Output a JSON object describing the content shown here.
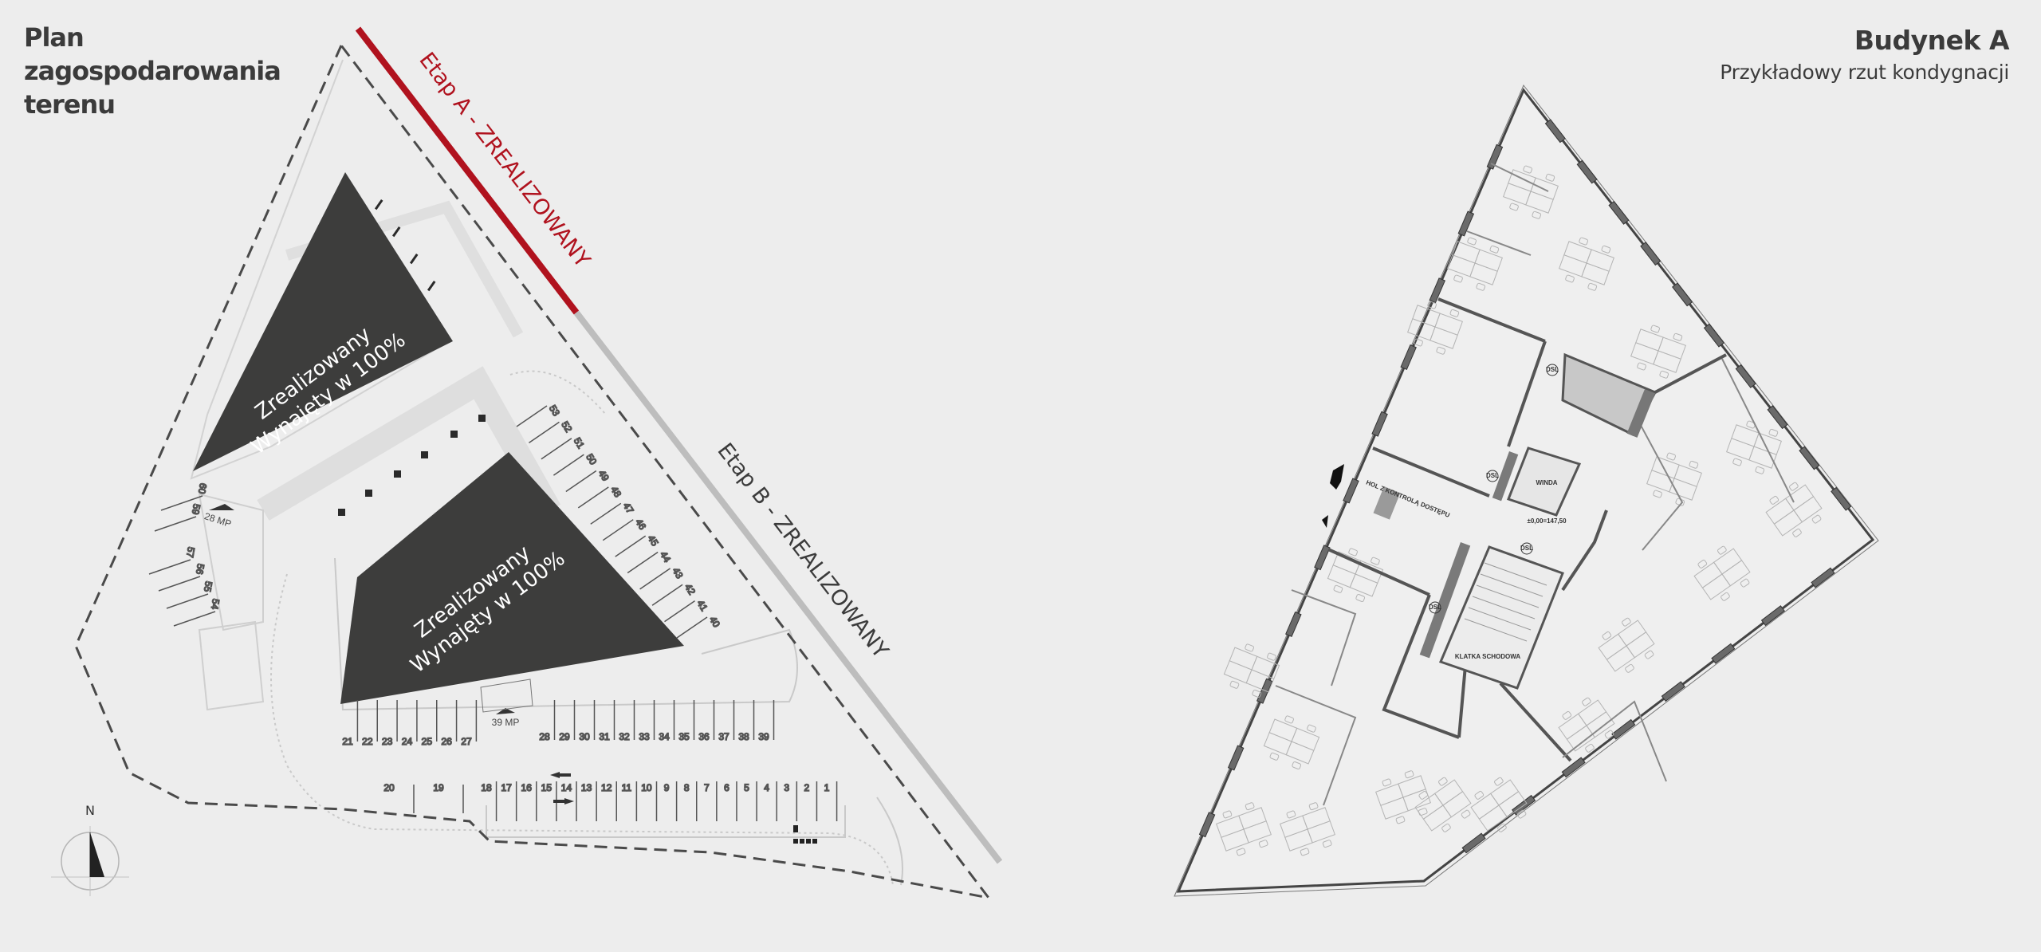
{
  "site_plan": {
    "title_lines": [
      "Plan",
      "zagospodarowania",
      "terenu"
    ],
    "stage_a": {
      "label": "Etap A - ZREALIZOWANY",
      "color": "#b0121e"
    },
    "stage_b": {
      "label": "Etap B - ZREALIZOWANY",
      "color": "#bdbdbd"
    },
    "buildings": [
      {
        "line1": "Zrealizowany",
        "line2": "Wynajęty w 100%",
        "color": "#3d3d3c"
      },
      {
        "line1": "Zrealizowany",
        "line2": "Wynajęty w 100%",
        "color": "#3d3d3c"
      }
    ],
    "parking_labels": {
      "west": "28 MP",
      "south": "39 MP"
    },
    "parking_numbers": {
      "south_upper_left": [
        "21",
        "22",
        "23",
        "24",
        "25",
        "26",
        "27"
      ],
      "south_upper_right": [
        "28",
        "29",
        "30",
        "31",
        "32",
        "33",
        "34",
        "35",
        "36",
        "37",
        "38",
        "39"
      ],
      "south_lower": [
        "18",
        "17",
        "16",
        "15",
        "14",
        "13",
        "12",
        "11",
        "10",
        "9",
        "8",
        "7",
        "6",
        "5",
        "4",
        "3",
        "2",
        "1"
      ],
      "south_lower_far": [
        "20",
        "19"
      ],
      "east_diagonal": [
        "53",
        "52",
        "51",
        "50",
        "49",
        "48",
        "47",
        "46",
        "45",
        "44",
        "43",
        "42",
        "41",
        "40"
      ],
      "west_column": [
        "60",
        "59",
        "57",
        "56",
        "55",
        "54"
      ]
    },
    "north_label": "N"
  },
  "floor_plan": {
    "title": "Budynek A",
    "subtitle": "Przykładowy rzut kondygnacji",
    "rooms": {
      "lobby": "HOL Z KONTROLĄ DOSTĘPU",
      "elevator": "WINDA",
      "stairs": "KLATKA SCHODOWA",
      "level": "±0,00=147,50"
    },
    "door_tag": "DSL"
  }
}
